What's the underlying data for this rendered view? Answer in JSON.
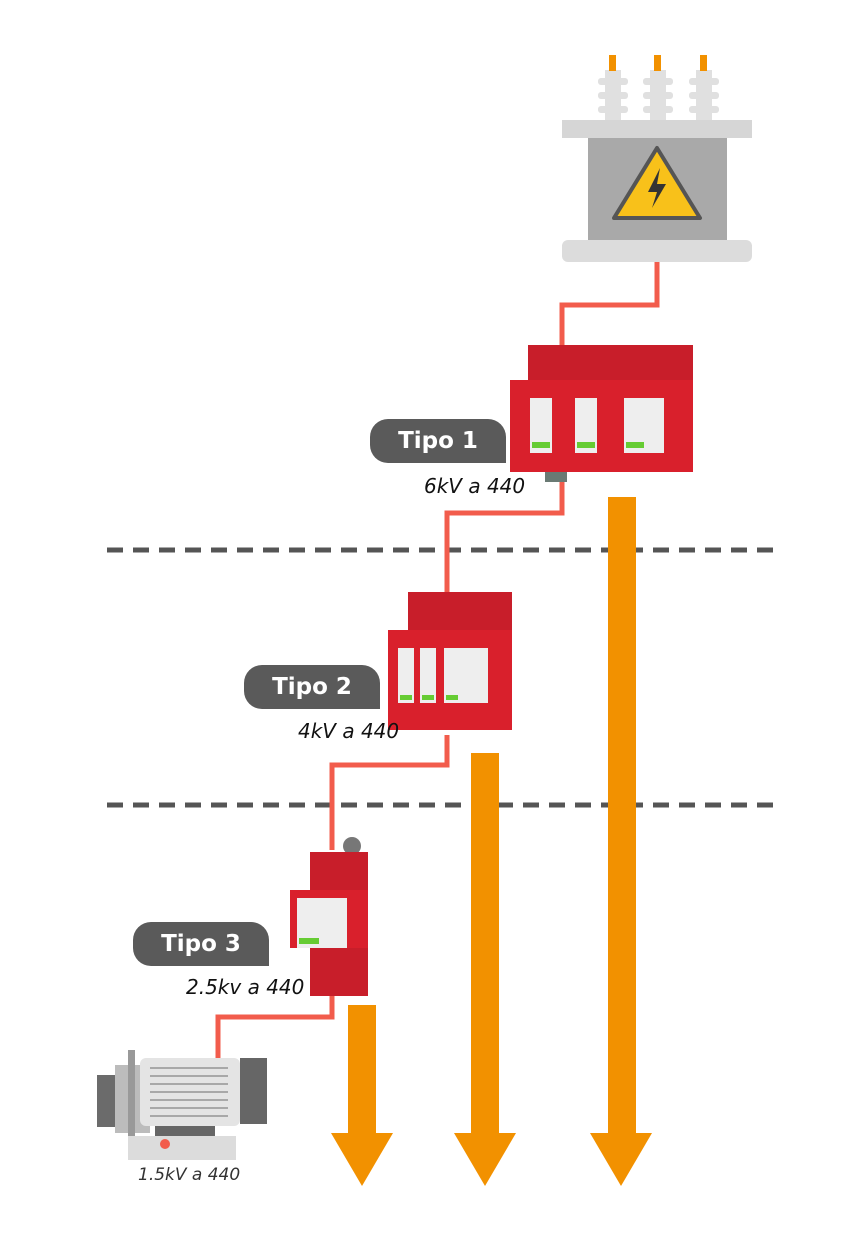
{
  "colors": {
    "wire": "#f25c4c",
    "ground_arrow": "#f29100",
    "device": "#d9202c",
    "badge": "#5a5a5a",
    "divider": "#555555"
  },
  "source": {
    "icon": "transformer-icon",
    "warning_icon": "high-voltage-warning-icon"
  },
  "devices": [
    {
      "label": "Tipo 1",
      "rating": "6kV a 440"
    },
    {
      "label": "Tipo 2",
      "rating": "4kV a 440"
    },
    {
      "label": "Tipo 3",
      "rating": "2.5kv a 440"
    }
  ],
  "load": {
    "icon": "motor-icon",
    "rating": "1.5kV a 440"
  }
}
